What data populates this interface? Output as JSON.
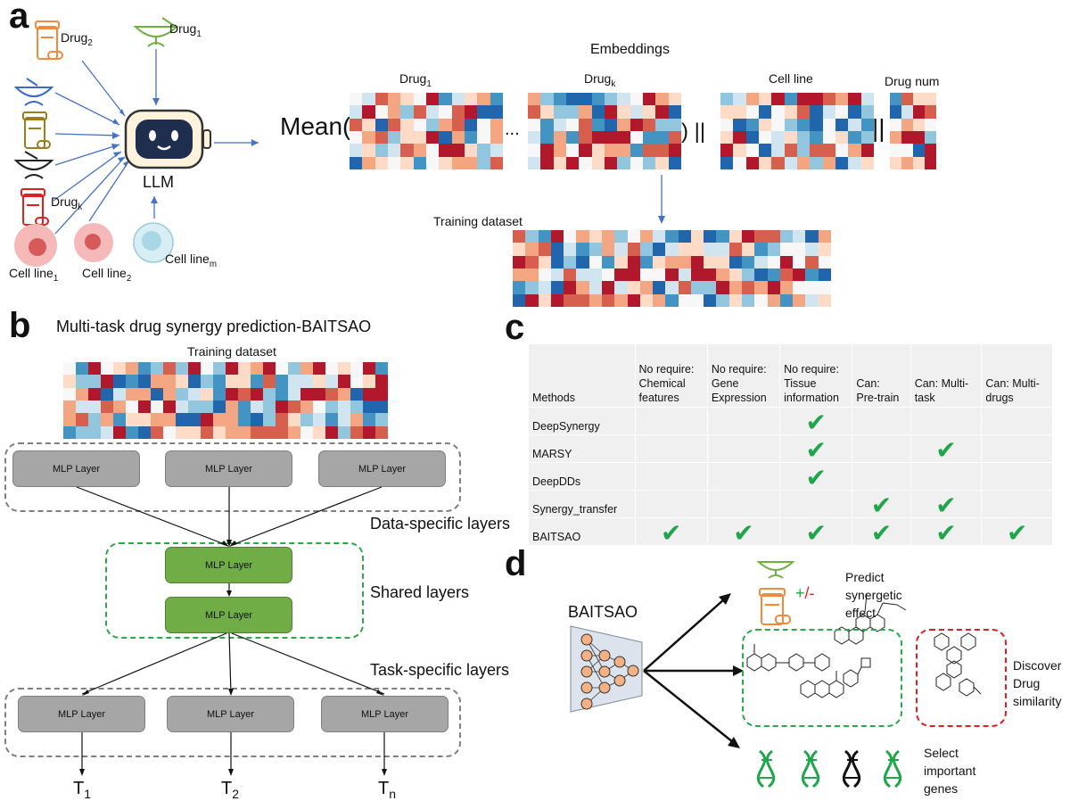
{
  "panels": {
    "a": "a",
    "b": "b",
    "c": "c",
    "d": "d"
  },
  "panel_a": {
    "drug2": "Drug",
    "drug2_sub": "2",
    "drug1": "Drug",
    "drug1_sub": "1",
    "drugk": "Drug",
    "drugk_sub": "k",
    "llm": "LLM",
    "cell1": "Cell line",
    "cell1_sub": "1",
    "cell2": "Cell line",
    "cell2_sub": "2",
    "cellm": "Cell line",
    "cellm_sub": "m",
    "embeddings": "Embeddings",
    "emb_drug1": "Drug",
    "emb_drug1_sub": "1",
    "emb_drugk": "Drug",
    "emb_drugk_sub": "k",
    "emb_cell": "Cell line",
    "emb_drugnum": "Drug num",
    "mean_open": "Mean(",
    "ellipsis": "...",
    "close_concat": ") ||",
    "concat2": "||",
    "training_dataset": "Training dataset"
  },
  "panel_b": {
    "title": "Multi-task drug synergy prediction-BAITSAO",
    "training_dataset": "Training dataset",
    "mlp_label": "MLP Layer",
    "data_specific": "Data-specific layers",
    "shared": "Shared layers",
    "task_specific": "Task-specific layers",
    "t1": "T",
    "t1_sub": "1",
    "t2": "T",
    "t2_sub": "2",
    "tn": "T",
    "tn_sub": "n"
  },
  "panel_c": {
    "headers": [
      "Methods",
      "No require: Chemical features",
      "No require: Gene Expression",
      "No require: Tissue information",
      "Can: Pre-train",
      "Can: Multi-task",
      "Can: Multi-drugs"
    ],
    "header_lines": [
      [
        "Methods"
      ],
      [
        "No require:",
        "Chemical",
        "features"
      ],
      [
        "No require:",
        "Gene",
        "Expression"
      ],
      [
        "No require:",
        "Tissue",
        "information"
      ],
      [
        "Can:",
        "Pre-train"
      ],
      [
        "Can: Multi-",
        "task"
      ],
      [
        "Can: Multi-",
        "drugs"
      ]
    ],
    "rows": [
      {
        "method": "DeepSynergy",
        "checks": [
          false,
          false,
          true,
          false,
          false,
          false
        ]
      },
      {
        "method": "MARSY",
        "checks": [
          false,
          false,
          true,
          false,
          true,
          false
        ]
      },
      {
        "method": "DeepDDs",
        "checks": [
          false,
          false,
          true,
          false,
          false,
          false
        ]
      },
      {
        "method": "Synergy_transfer",
        "checks": [
          false,
          false,
          false,
          true,
          true,
          false
        ]
      },
      {
        "method": "BAITSAO",
        "checks": [
          true,
          true,
          true,
          true,
          true,
          true
        ]
      }
    ],
    "check_symbol": "✔",
    "check_color": "#1fa64a"
  },
  "panel_d": {
    "baitsao": "BAITSAO",
    "plus_minus_plus": "+",
    "plus_minus_minus": "/-",
    "predict": [
      "Predict",
      "synergetic",
      "effect"
    ],
    "discover": [
      "Discover",
      "Drug",
      "similarity"
    ],
    "select": [
      "Select",
      "important",
      "genes"
    ]
  },
  "colors": {
    "accent_green": "#2ea64a",
    "mlp_gray": "#a6a6a6",
    "mlp_green": "#70ad47",
    "arrow_blue": "#4472c4",
    "red_box": "#e02020"
  }
}
